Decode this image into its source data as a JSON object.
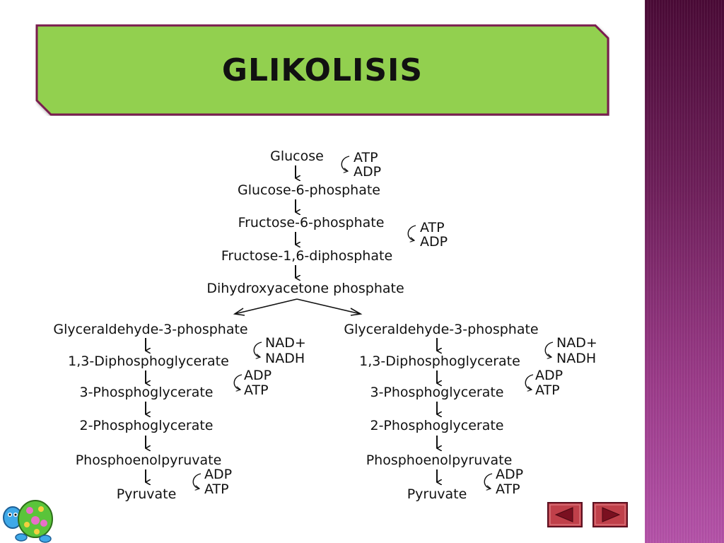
{
  "slide": {
    "title": "GLIKOLISIS",
    "colors": {
      "title_fill": "#92d050",
      "title_border": "#7a1f4f",
      "side_band": "#8a2e78",
      "nav_button": "#c0404a"
    }
  },
  "diagram": {
    "main_chain": {
      "glucose": "Glucose",
      "g6p": "Glucose-6-phosphate",
      "f6p": "Fructose-6-phosphate",
      "f16bp": "Fructose-1,6-diphosphate",
      "dhap": "Dihydroxyacetone phosphate",
      "cofactor1_in": "ATP",
      "cofactor1_out": "ADP",
      "cofactor2_in": "ATP",
      "cofactor2_out": "ADP"
    },
    "left_branch": {
      "g3p": "Glyceraldehyde-3-phosphate",
      "bpg": "1,3-Diphosphoglycerate",
      "pg3": "3-Phosphoglycerate",
      "pg2": "2-Phosphoglycerate",
      "pep": "Phosphoenolpyruvate",
      "pyr": "Pyruvate",
      "nad_in": "NAD+",
      "nad_out": "NADH",
      "adp1_in": "ADP",
      "adp1_out": "ATP",
      "adp2_in": "ADP",
      "adp2_out": "ATP"
    },
    "right_branch": {
      "g3p": "Glyceraldehyde-3-phosphate",
      "bpg": "1,3-Diphosphoglycerate",
      "pg3": "3-Phosphoglycerate",
      "pg2": "2-Phosphoglycerate",
      "pep": "Phosphoenolpyruvate",
      "pyr": "Pyruvate",
      "nad_in": "NAD+",
      "nad_out": "NADH",
      "adp1_in": "ADP",
      "adp1_out": "ATP",
      "adp2_in": "ADP",
      "adp2_out": "ATP"
    }
  },
  "nav": {
    "prev_icon": "triangle-left-icon",
    "next_icon": "triangle-right-icon"
  }
}
